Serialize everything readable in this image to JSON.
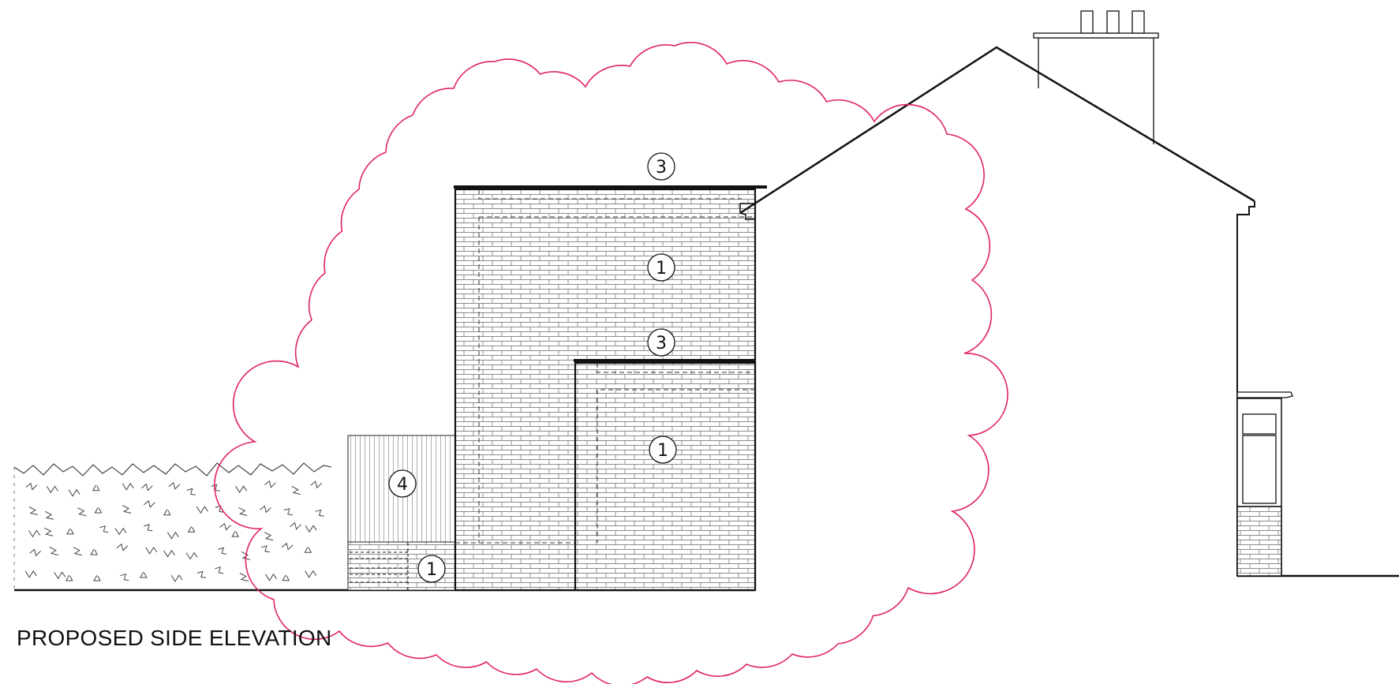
{
  "drawing": {
    "caption": "PROPOSED SIDE ELEVATION",
    "colors": {
      "line": "#111111",
      "revision_cloud": "#e0245e",
      "background": "#ffffff"
    },
    "tags": [
      {
        "label": "3",
        "name": "roof-note-upper"
      },
      {
        "label": "1",
        "name": "wall-note-upper"
      },
      {
        "label": "3",
        "name": "roof-note-lower"
      },
      {
        "label": "1",
        "name": "wall-note-lower"
      },
      {
        "label": "4",
        "name": "cladding-note"
      },
      {
        "label": "1",
        "name": "plinth-note"
      }
    ],
    "icons": [
      "revision-cloud-icon",
      "hedge-hatch-icon",
      "brick-hatch-icon",
      "chimney-icon"
    ]
  }
}
